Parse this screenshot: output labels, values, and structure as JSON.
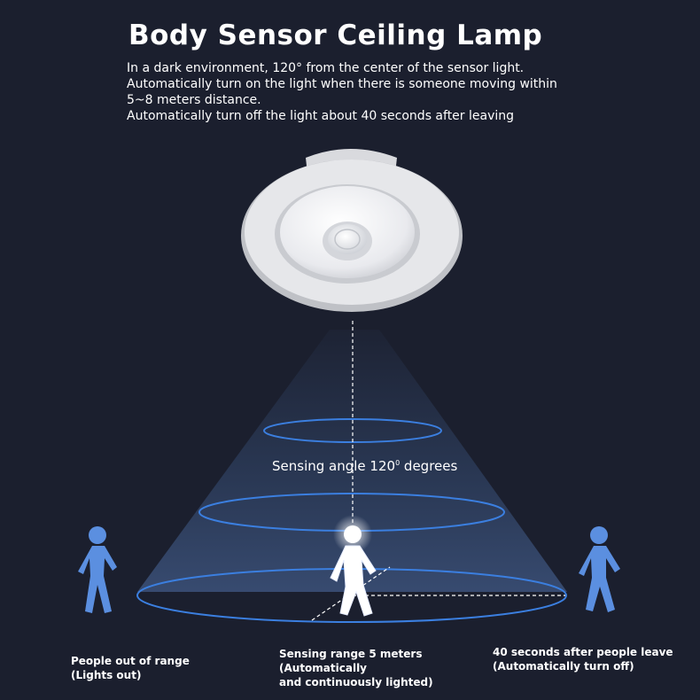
{
  "title": "Body Sensor Ceiling Lamp",
  "description": "In a dark environment, 120° from the center of the sensor light.\n Automatically turn on the light when there is someone moving within\n5~8 meters distance.\nAutomatically turn off the light about 40 seconds after leaving",
  "sensing_angle": {
    "prefix": "Sensing angle 120",
    "sup": "0",
    "suffix": " degrees"
  },
  "captions": {
    "left": "People out of range\n(Lights out)",
    "center": "Sensing range 5 meters\n(Automatically\nand continuously lighted)",
    "right": "40 seconds after people leave\n(Automatically turn off)"
  },
  "icons": {
    "lamp": "ceiling-lamp-icon",
    "person_left": "walking-person-icon",
    "person_center": "walking-person-lit-icon",
    "person_right": "walking-person-icon"
  },
  "colors": {
    "background": "#1b1f2e",
    "ring": "#3b7fe0",
    "person_out": "#5b8fe0",
    "person_lit": "#ffffff",
    "cone": "#4a6fa8"
  }
}
